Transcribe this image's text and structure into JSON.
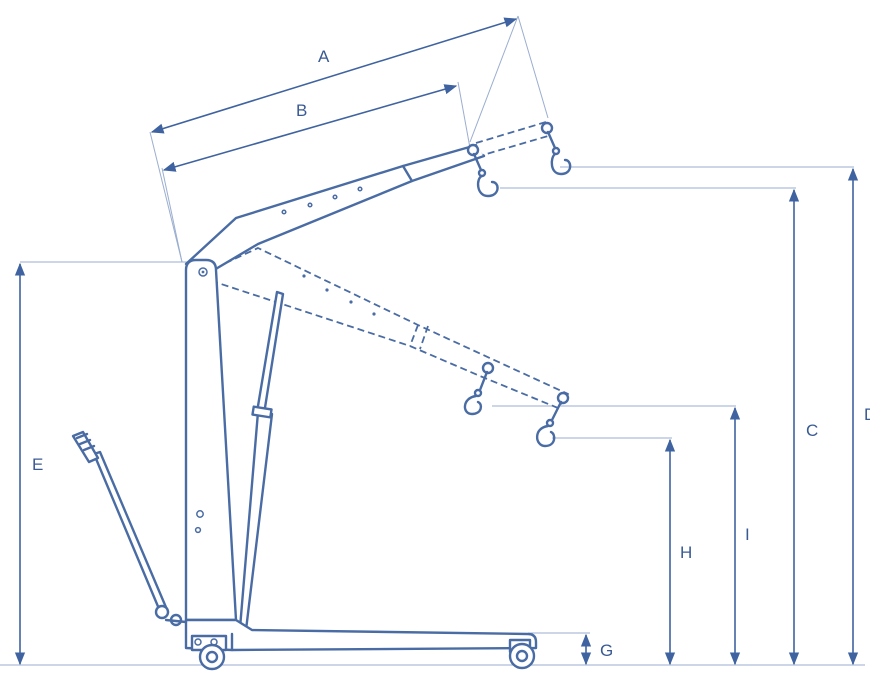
{
  "diagram": {
    "dimension_labels": {
      "A": "A",
      "B": "B",
      "C": "C",
      "D": "D",
      "E": "E",
      "G": "G",
      "H": "H",
      "I": "I"
    },
    "colors": {
      "line": "#4a6ca4",
      "dimension_line": "#9aaed0",
      "label": "#3a5a94",
      "background": "#ffffff"
    }
  }
}
